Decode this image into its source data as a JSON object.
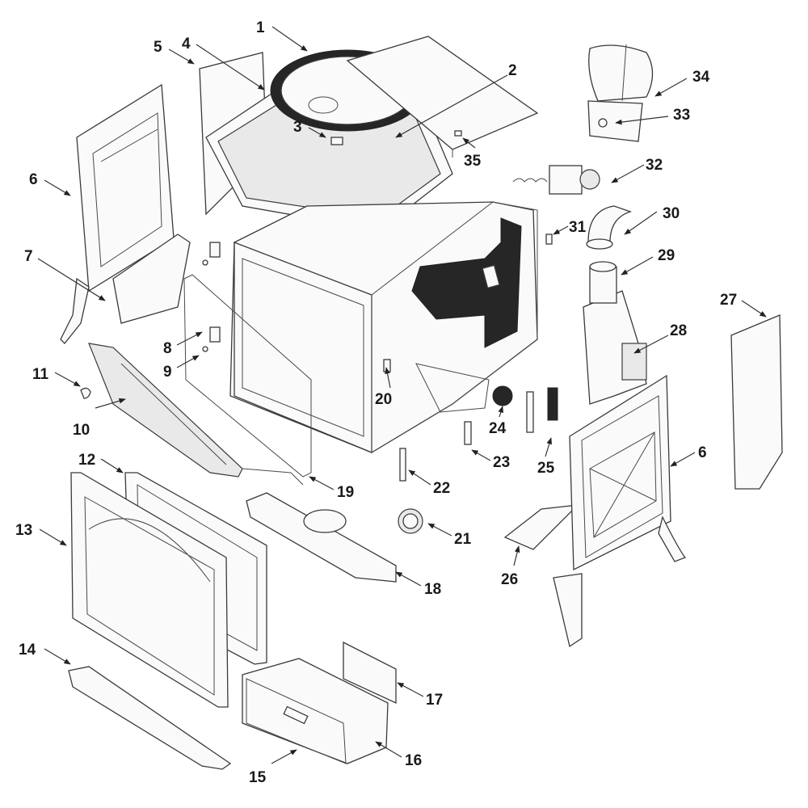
{
  "diagram": {
    "type": "exploded-parts-view",
    "subject": "pellet stove assembly",
    "callouts": [
      {
        "id": "1",
        "label": "1"
      },
      {
        "id": "2",
        "label": "2"
      },
      {
        "id": "3",
        "label": "3"
      },
      {
        "id": "4",
        "label": "4"
      },
      {
        "id": "5",
        "label": "5"
      },
      {
        "id": "6a",
        "label": "6"
      },
      {
        "id": "6b",
        "label": "6"
      },
      {
        "id": "7",
        "label": "7"
      },
      {
        "id": "8",
        "label": "8"
      },
      {
        "id": "9",
        "label": "9"
      },
      {
        "id": "10",
        "label": "10"
      },
      {
        "id": "11",
        "label": "11"
      },
      {
        "id": "12",
        "label": "12"
      },
      {
        "id": "13",
        "label": "13"
      },
      {
        "id": "14",
        "label": "14"
      },
      {
        "id": "15",
        "label": "15"
      },
      {
        "id": "16",
        "label": "16"
      },
      {
        "id": "17",
        "label": "17"
      },
      {
        "id": "18",
        "label": "18"
      },
      {
        "id": "19",
        "label": "19"
      },
      {
        "id": "20",
        "label": "20"
      },
      {
        "id": "21",
        "label": "21"
      },
      {
        "id": "22",
        "label": "22"
      },
      {
        "id": "23",
        "label": "23"
      },
      {
        "id": "24",
        "label": "24"
      },
      {
        "id": "25",
        "label": "25"
      },
      {
        "id": "26",
        "label": "26"
      },
      {
        "id": "27",
        "label": "27"
      },
      {
        "id": "28",
        "label": "28"
      },
      {
        "id": "29",
        "label": "29"
      },
      {
        "id": "30",
        "label": "30"
      },
      {
        "id": "31",
        "label": "31"
      },
      {
        "id": "32",
        "label": "32"
      },
      {
        "id": "33",
        "label": "33"
      },
      {
        "id": "34",
        "label": "34"
      },
      {
        "id": "35",
        "label": "35"
      }
    ]
  }
}
